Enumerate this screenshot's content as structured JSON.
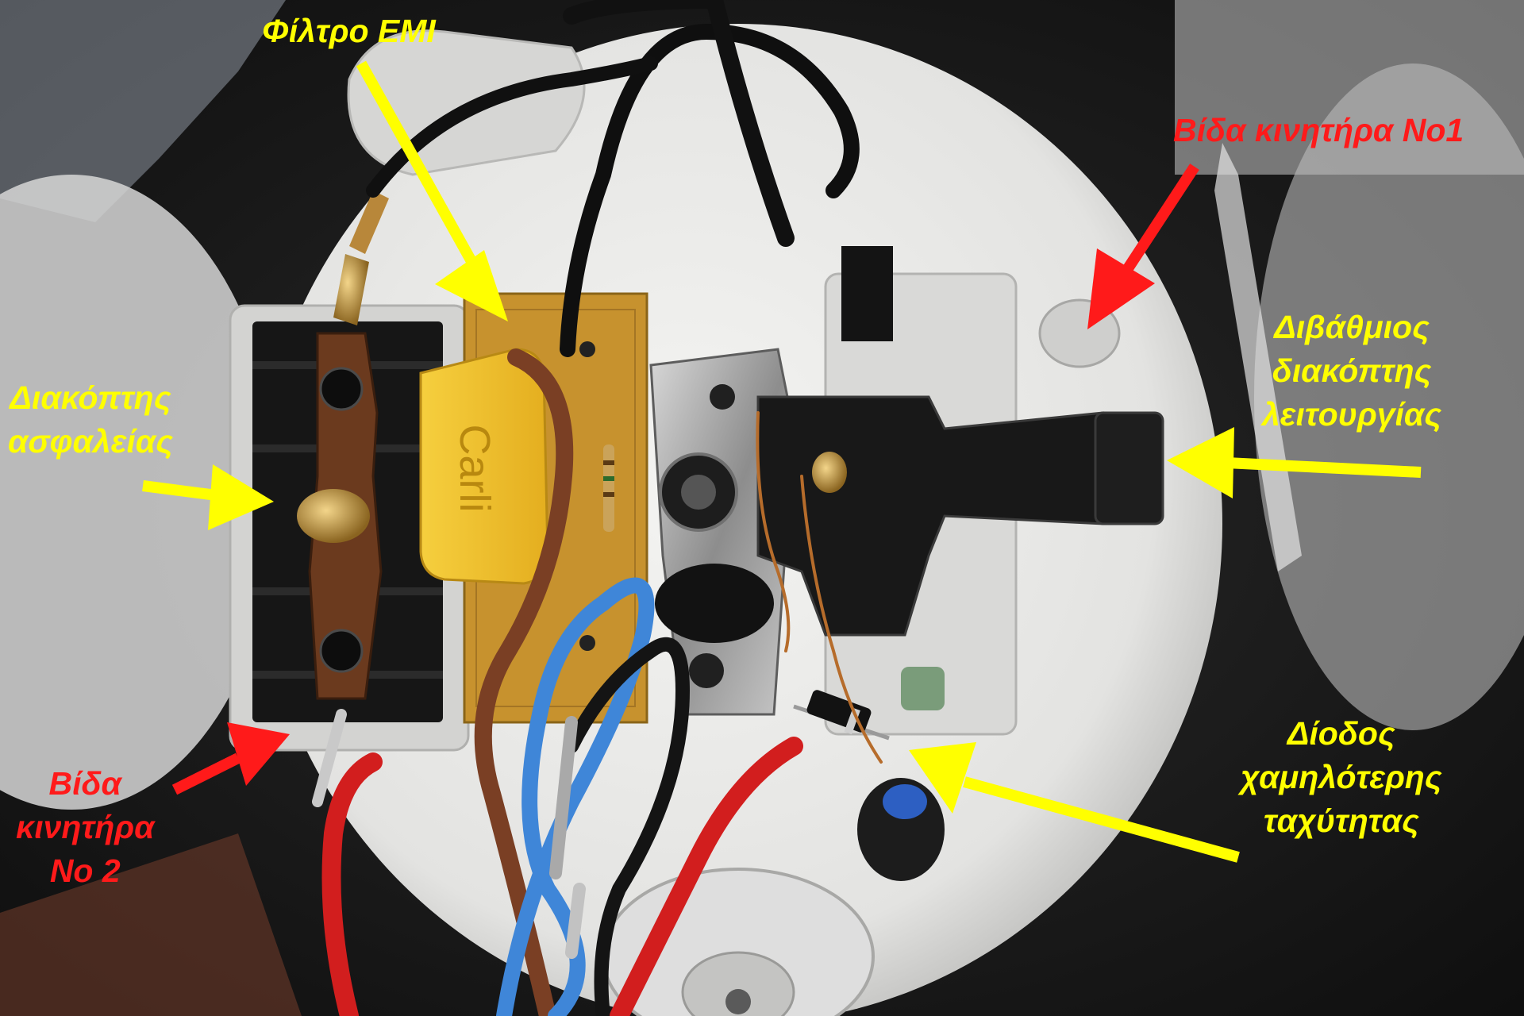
{
  "annotations": {
    "emi_filter": {
      "lines": [
        "Φίλτρο EMI"
      ],
      "color": "#ffff00"
    },
    "motor_screw_1": {
      "lines": [
        "Βίδα κινητήρα No1"
      ],
      "color": "#ff1a1a"
    },
    "safety_switch": {
      "lines": [
        "Διακόπτης",
        "ασφαλείας"
      ],
      "color": "#ffff00"
    },
    "two_stage_switch": {
      "lines": [
        "Διβάθμιος",
        "διακόπτης",
        "λειτουργίας"
      ],
      "color": "#ffff00"
    },
    "motor_screw_2": {
      "lines": [
        "Βίδα",
        "κινητήρα",
        "No 2"
      ],
      "color": "#ff1a1a"
    },
    "low_speed_diode": {
      "lines": [
        "Δίοδος",
        "χαμηλότερης",
        "ταχύτητας"
      ],
      "color": "#ffff00"
    }
  },
  "components": {
    "emi_capacitor_brand": "Carli"
  },
  "colors": {
    "label_yellow": "#ffff00",
    "label_red": "#ff1a1a",
    "wire_red": "#d21e1e",
    "wire_blue": "#3f86d8",
    "wire_brown": "#7a3f24",
    "wire_black": "#111111",
    "capacitor_yellow": "#f2c230",
    "housing_white": "#e9e9e7"
  }
}
